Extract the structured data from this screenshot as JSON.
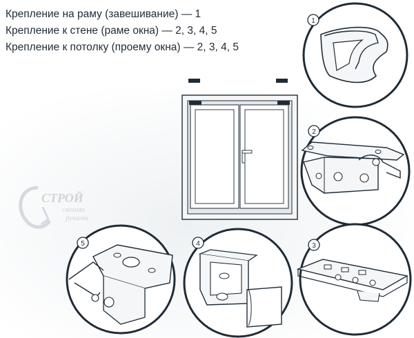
{
  "captions": {
    "line1": "Крепление на раму (завешивание) — 1",
    "line2": "Крепление к стене (раме окна) — 2, 3, 4, 5",
    "line3": "Крепление к потолку (проему окна) — 2, 3, 4, 5"
  },
  "callouts": {
    "c1": "1",
    "c2": "2",
    "c3": "3",
    "c4": "4",
    "c5": "5"
  },
  "watermark": {
    "logo_text": "СТРОЙ",
    "line2": "своими",
    "line3": "руками"
  },
  "colors": {
    "outline": "#1f2b36",
    "accent": "#27a3a3",
    "fill_light": "#f4f6f7"
  }
}
